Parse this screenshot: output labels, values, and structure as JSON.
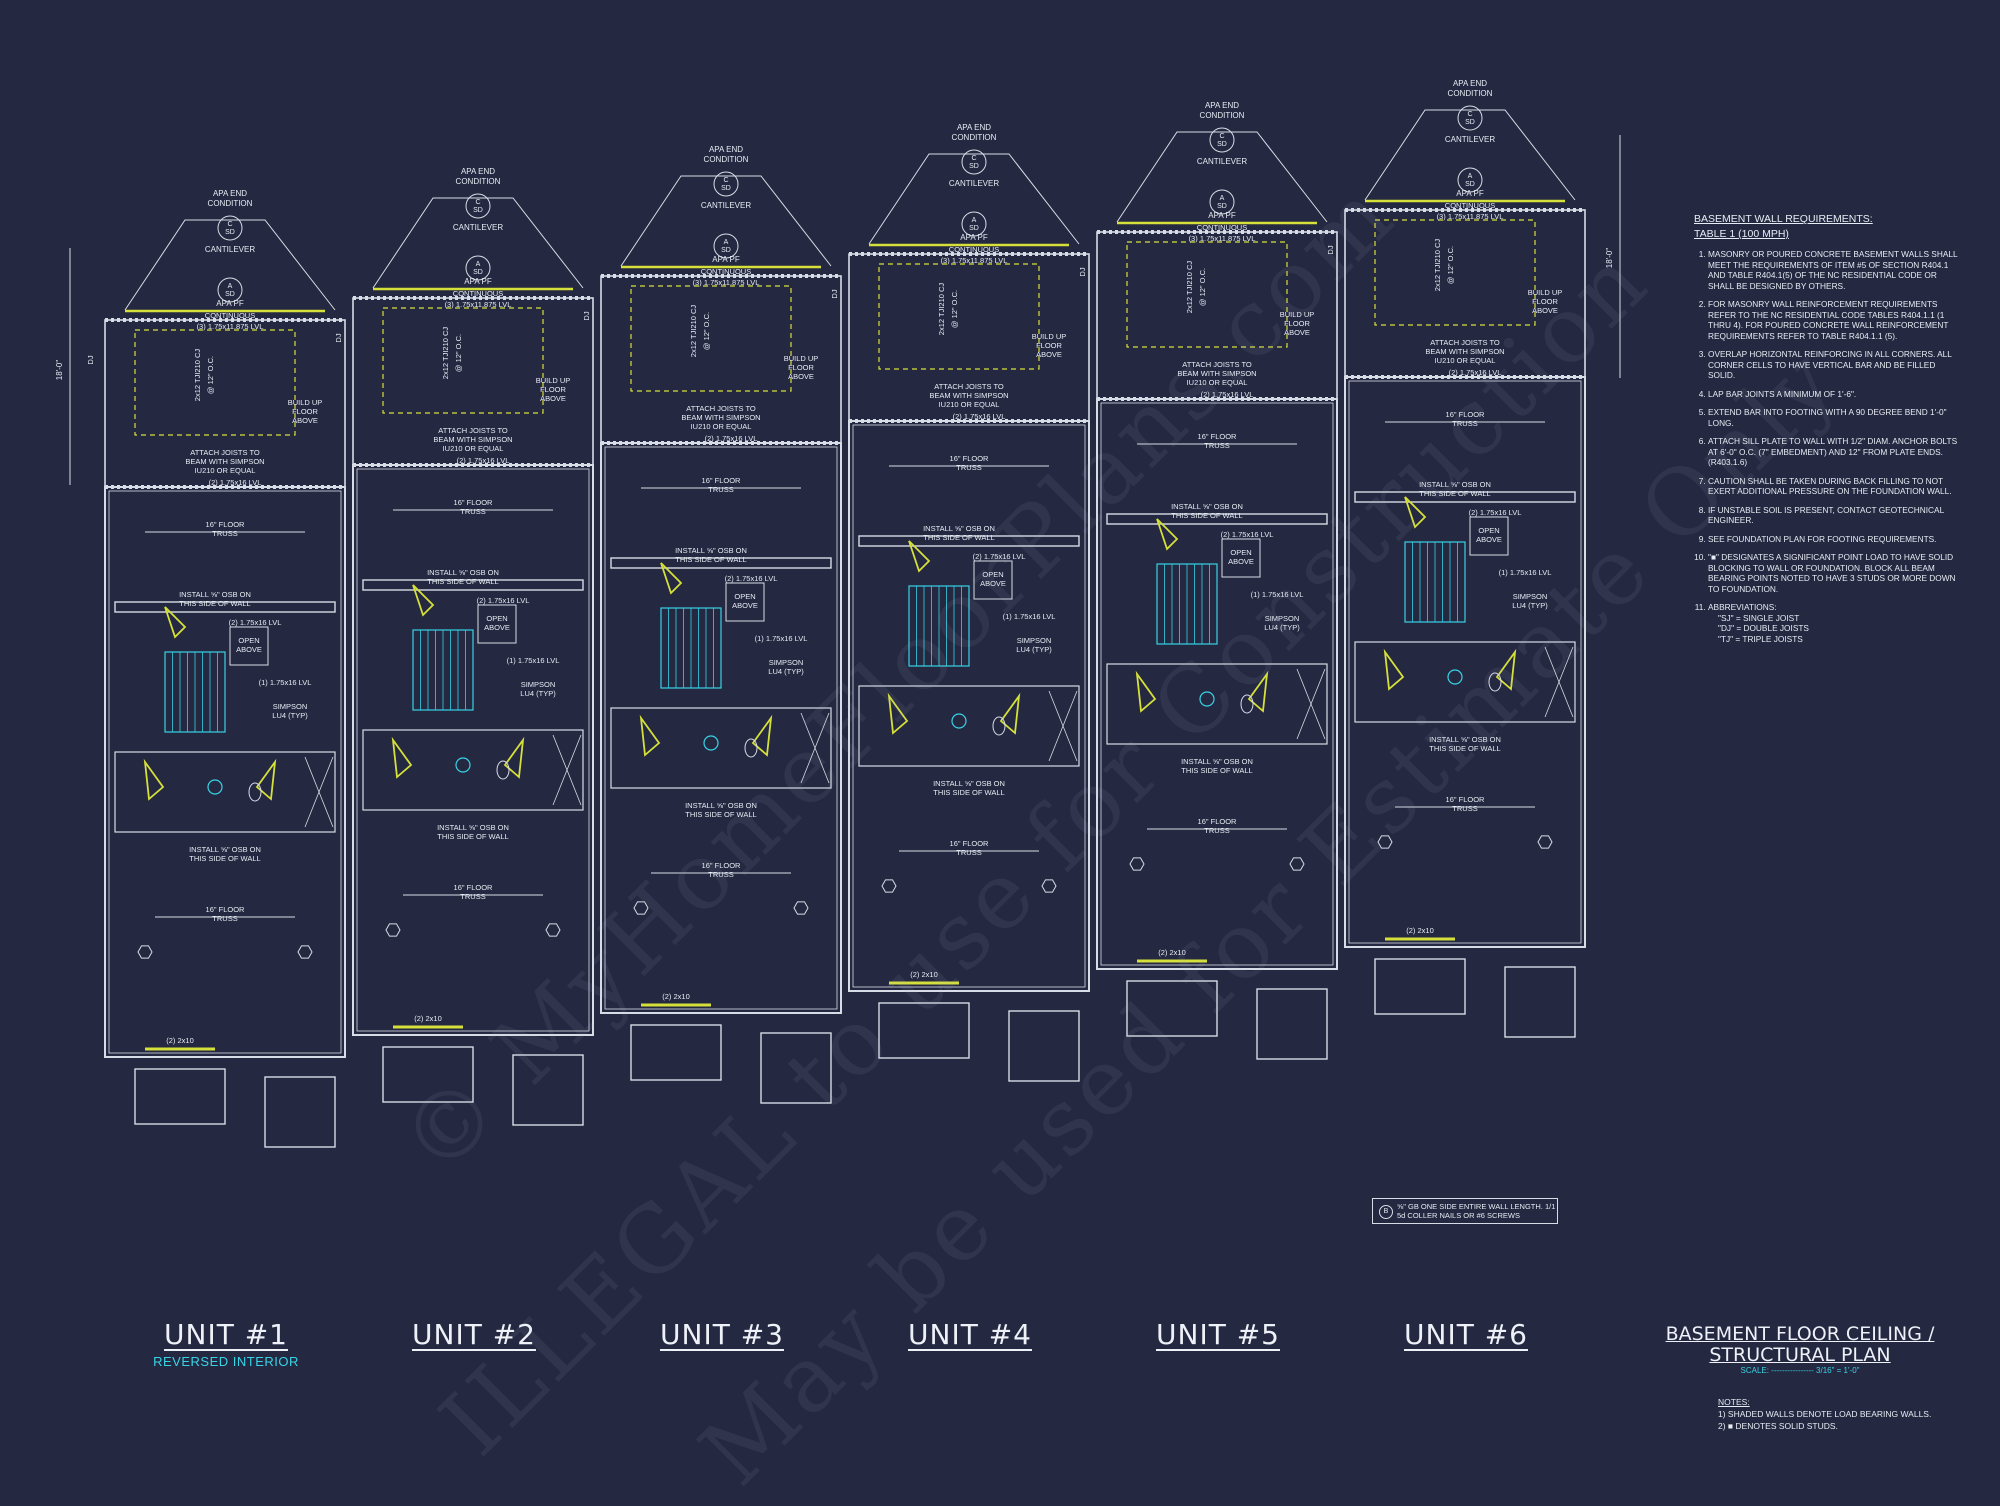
{
  "units": [
    {
      "title": "UNIT #1",
      "subtitle": "REVERSED INTERIOR"
    },
    {
      "title": "UNIT #2",
      "subtitle": ""
    },
    {
      "title": "UNIT #3",
      "subtitle": ""
    },
    {
      "title": "UNIT #4",
      "subtitle": ""
    },
    {
      "title": "UNIT #5",
      "subtitle": ""
    },
    {
      "title": "UNIT #6",
      "subtitle": ""
    }
  ],
  "labels": {
    "apa_end": "APA END",
    "condition": "CONDITION",
    "c_mark": "C",
    "sd_mark": "SD",
    "a_mark": "A",
    "cantilever": "CANTILEVER",
    "apa_pf": "APA PF",
    "continuous": "CONTINUOUS",
    "lvl_top": "(3) 1.75x11.875 LVL",
    "joist": "2x12 TJI210 CJ",
    "joist_spacing": "@ 12\" O.C.",
    "build_up": [
      "BUILD UP",
      "FLOOR",
      "ABOVE"
    ],
    "attach": [
      "ATTACH JOISTS TO",
      "BEAM WITH SIMPSON",
      "IU210 OR EQUAL"
    ],
    "lvl_2": "(2) 1.75x16 LVL",
    "lvl_1": "(1) 1.75x16 LVL",
    "floor_truss": [
      "16\" FLOOR",
      "TRUSS"
    ],
    "install_osb": [
      "INSTALL ⅝\" OSB ON",
      "THIS SIDE OF WALL"
    ],
    "open_above": [
      "OPEN",
      "ABOVE"
    ],
    "simpson": [
      "SIMPSON",
      "LU4 (TYP)"
    ],
    "header": "(2) 2x10",
    "dj": "DJ",
    "dim": "18'-0\""
  },
  "requirements": {
    "heading": "BASEMENT WALL REQUIREMENTS:",
    "subheading": "TABLE 1 (100 MPH)",
    "items": [
      "MASONRY OR POURED CONCRETE BASEMENT WALLS SHALL MEET THE REQUIREMENTS OF ITEM #5 OF SECTION R404.1 AND TABLE R404.1(5) OF THE NC RESIDENTIAL CODE OR SHALL BE DESIGNED BY OTHERS.",
      "FOR MASONRY WALL REINFORCEMENT REQUIREMENTS REFER TO THE NC RESIDENTIAL CODE TABLES R404.1.1 (1 THRU 4). FOR POURED CONCRETE WALL REINFORCEMENT REQUIREMENTS REFER TO TABLE R404.1.1 (5).",
      "OVERLAP HORIZONTAL REINFORCING IN ALL CORNERS. ALL CORNER CELLS TO HAVE VERTICAL BAR AND BE FILLED SOLID.",
      "LAP BAR JOINTS A MINIMUM OF 1'-6\".",
      "EXTEND BAR INTO FOOTING WITH A 90 DEGREE BEND 1'-0\" LONG.",
      "ATTACH SILL PLATE TO WALL WITH 1/2\" DIAM. ANCHOR BOLTS AT 6'-0\" O.C. (7\" EMBEDMENT) AND 12\" FROM PLATE ENDS. (R403.1.6)",
      "CAUTION SHALL BE TAKEN DURING BACK FILLING TO NOT EXERT ADDITIONAL PRESSURE ON THE FOUNDATION WALL.",
      "IF UNSTABLE SOIL IS PRESENT, CONTACT GEOTECHNICAL ENGINEER.",
      "SEE FOUNDATION PLAN FOR FOOTING REQUIREMENTS.",
      "\"■\" DESIGNATES A SIGNIFICANT POINT LOAD TO HAVE SOLID BLOCKING TO WALL OR FOUNDATION. BLOCK ALL BEAM BEARING POINTS NOTED TO HAVE 3 STUDS OR MORE DOWN TO FOUNDATION.",
      "ABBREVIATIONS:"
    ],
    "abbreviations": [
      "\"SJ\" = SINGLE JOIST",
      "\"DJ\" = DOUBLE JOISTS",
      "\"TJ\" = TRIPLE JOISTS"
    ]
  },
  "legend": {
    "symbol": "B",
    "text": "⅝\" GB ONE SIDE ENTIRE WALL LENGTH. 1/1 5d COLLER NAILS OR #6 SCREWS"
  },
  "title_block": {
    "title_line1": "BASEMENT FLOOR CEILING /",
    "title_line2": "STRUCTURAL PLAN",
    "scale": "SCALE: ---------------- 3/16\" = 1'-0\"",
    "notes_heading": "NOTES:",
    "notes": [
      "1) SHADED WALLS DENOTE LOAD BEARING WALLS.",
      "2) ■ DENOTES SOLID STUDS."
    ]
  },
  "watermark": [
    "© MyHomeFloorPlans.com",
    "ILLEGAL to use for Construction",
    "May be used for Estimate Only"
  ],
  "colors": {
    "background": "#242840",
    "lines": "#d8dce6",
    "accent_yellow": "#d6e03a",
    "accent_cyan": "#39d3e6"
  }
}
